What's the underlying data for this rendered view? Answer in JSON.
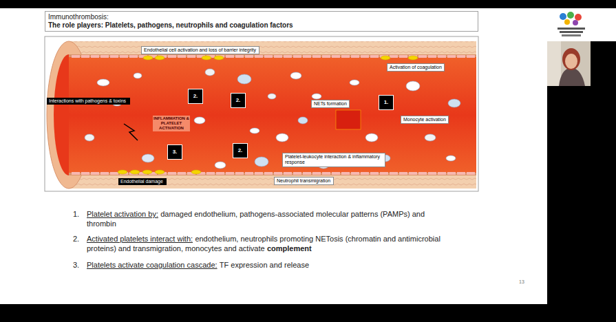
{
  "diagram": {
    "nodes": [
      {
        "text": [
          "Immunothrombosis:",
          "The role players: Platelets, pathogens, neutrophils and coagulation factors"
        ]
      },
      {
        "text": [
          "Endothelial cell activation and loss of barrier integrity"
        ]
      },
      {
        "text": [
          "Activation of coagulation"
        ]
      },
      {
        "text": [
          "2."
        ]
      },
      {
        "text": [
          "2."
        ]
      },
      {
        "text": [
          "1."
        ]
      },
      {
        "text": [
          "Interactions with pathogens & toxins"
        ]
      },
      {
        "text": [
          "NETs formation"
        ]
      },
      {
        "text": [
          "Monocyte activation"
        ]
      },
      {
        "text": [
          "2."
        ]
      },
      {
        "text": [
          "3."
        ]
      },
      {
        "text": [
          "Platelet-leukocyte interaction & inflammatory response"
        ]
      },
      {
        "text": [
          "Neutrophil transmigration"
        ]
      },
      {
        "text": [
          "Endothelial damage"
        ]
      }
    ],
    "labels": [
      "INFLAMMATION & PLATELET ACTIVATION",
      "1.",
      "Platelet activation by:",
      "damaged endothelium, pathogens-associated molecular patterns (PAMPs) and thrombin",
      "2.",
      "Activated platelets interact with:",
      "endothelium,  neutrophils promoting NETosis (chromatin and antimicrobial proteins) and transmigration, monocytes and activate",
      "complement",
      "3.",
      "Platelets activate coagulation cascade:",
      "TF expression and release",
      "13"
    ]
  }
}
